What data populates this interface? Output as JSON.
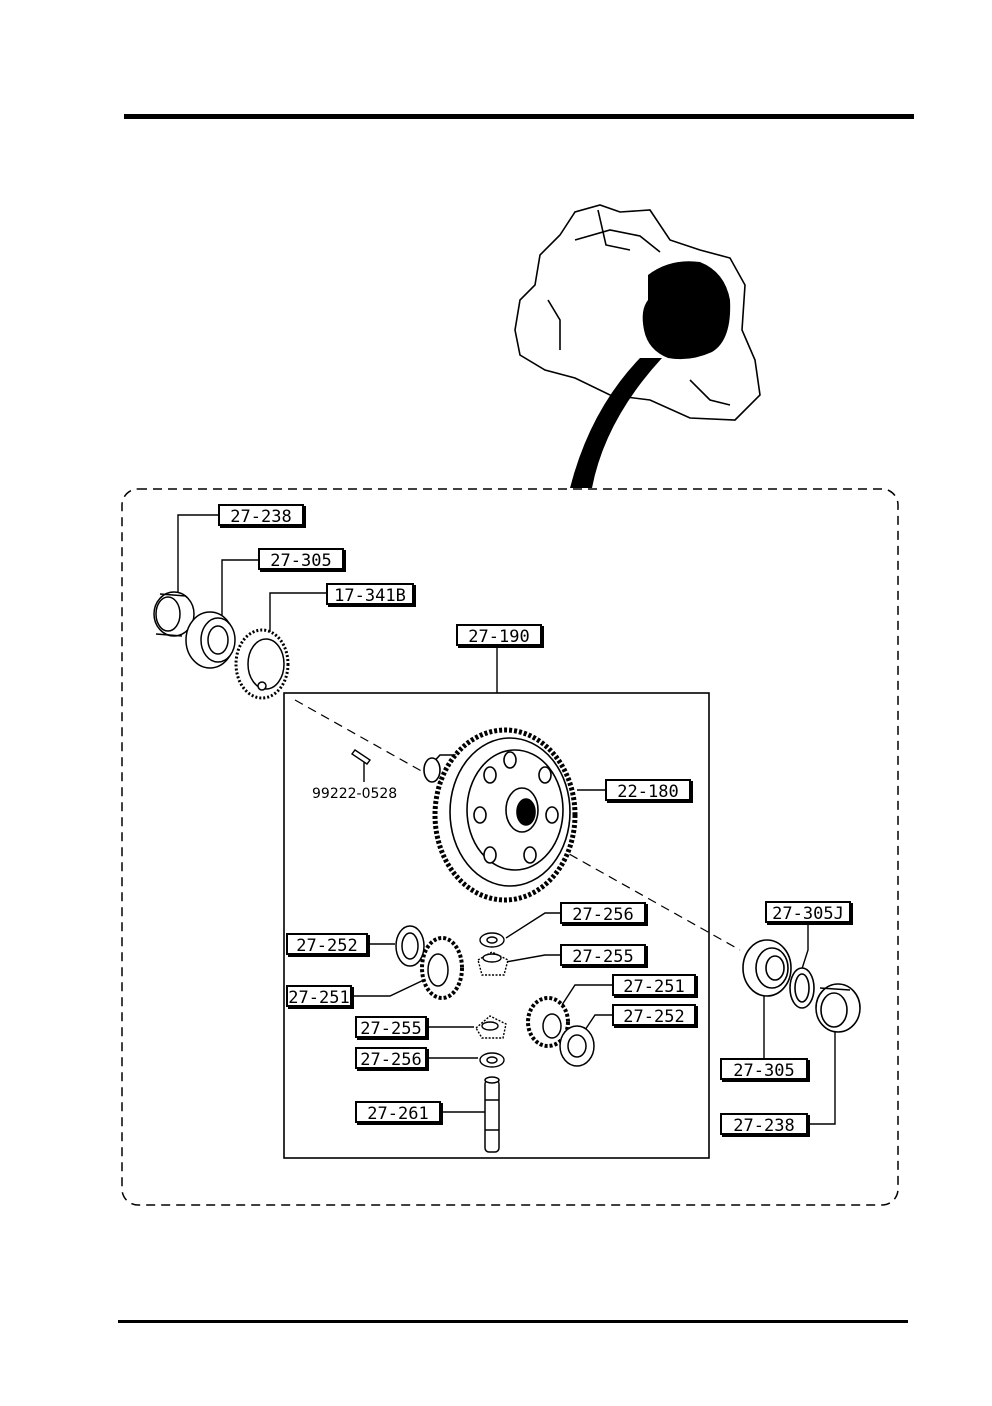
{
  "diagram": {
    "labels": {
      "bearing_cup_top_left": "27-238",
      "bearing_top_left": "27-305",
      "gear_speedometer": "17-341B",
      "diff_case_assembly": "27-190",
      "pin": "99222-0528",
      "ring_gear": "22-180",
      "washer_pinion_upper": "27-256",
      "pinion_gear_upper": "27-255",
      "thrust_washer_left": "27-252",
      "side_gear_left": "27-251",
      "side_gear_right": "27-251",
      "thrust_washer_right": "27-252",
      "pinion_gear_lower": "27-255",
      "washer_pinion_lower": "27-256",
      "pinion_shaft": "27-261",
      "shim_right": "27-305J",
      "bearing_right": "27-305",
      "bearing_cup_right": "27-238"
    }
  }
}
